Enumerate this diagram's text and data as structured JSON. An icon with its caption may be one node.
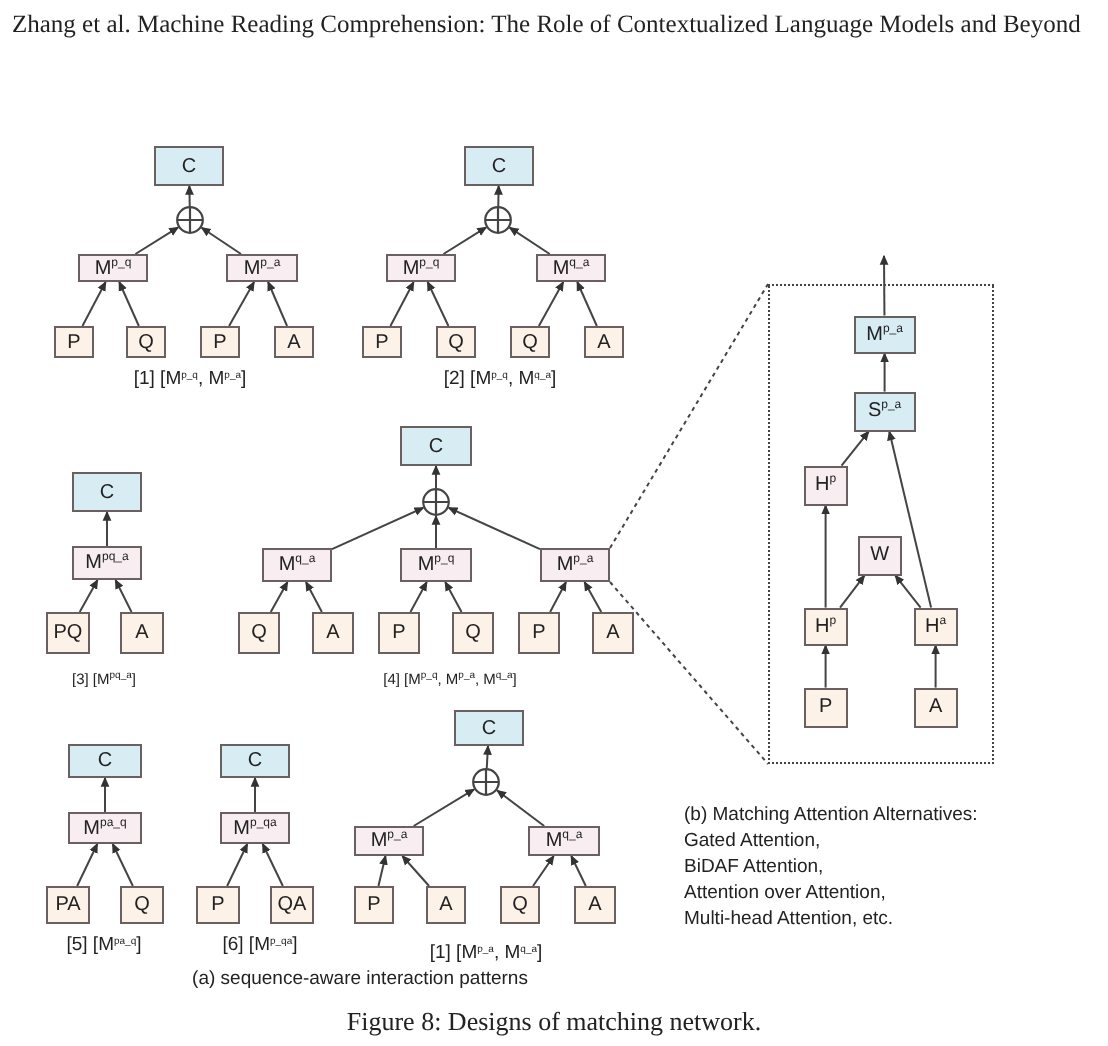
{
  "diagram": {
    "caption": "Figure 8: Designs of matching network.",
    "nodes": [
      {
        "text": [
          "C"
        ]
      },
      {
        "text": [],
        "shape": "circle"
      },
      {
        "text": [
          "M$^{p_q}$"
        ]
      },
      {
        "text": [
          "M$^{p_a}$"
        ]
      },
      {
        "text": [
          "P"
        ]
      },
      {
        "text": [
          "Q"
        ]
      },
      {
        "text": [
          "P"
        ]
      },
      {
        "text": [
          "A"
        ]
      },
      {
        "text": [
          "C"
        ]
      },
      {
        "text": [],
        "shape": "circle"
      },
      {
        "text": [
          "M$^{p_q}$"
        ]
      },
      {
        "text": [
          "M$^{q_a}$"
        ]
      },
      {
        "text": [
          "P"
        ]
      },
      {
        "text": [
          "Q"
        ]
      },
      {
        "text": [
          "Q"
        ]
      },
      {
        "text": [
          "A"
        ]
      },
      {
        "text": [],
        "shape": "box"
      },
      {
        "text": [
          "M$^{p_a}$"
        ],
        "in": 16
      },
      {
        "text": [
          "S$^{p_a}$"
        ],
        "in": 16
      },
      {
        "text": [
          "H$^{p}$"
        ],
        "in": 16
      },
      {
        "text": [
          "W"
        ],
        "in": 16
      },
      {
        "text": [
          "H$^{p}$"
        ],
        "in": 16
      },
      {
        "text": [
          "H$^{a}$"
        ],
        "in": 16
      },
      {
        "text": [
          "P"
        ],
        "in": 16
      },
      {
        "text": [
          "A"
        ],
        "in": 16
      },
      {
        "text": [
          "C"
        ]
      },
      {
        "text": [
          "M$^{pq_a}$"
        ]
      },
      {
        "text": [
          "PQ"
        ]
      },
      {
        "text": [
          "A"
        ]
      },
      {
        "text": [
          "C"
        ]
      },
      {
        "text": [],
        "shape": "circle"
      },
      {
        "text": [
          "M$^{q_a}$"
        ]
      },
      {
        "text": [
          "M$^{p_q}$"
        ]
      },
      {
        "text": [
          "M$^{p_a}$"
        ]
      },
      {
        "text": [
          "Q"
        ]
      },
      {
        "text": [
          "A"
        ]
      },
      {
        "text": [
          "P"
        ]
      },
      {
        "text": [
          "Q"
        ]
      },
      {
        "text": [
          "P"
        ]
      },
      {
        "text": [
          "A"
        ]
      },
      {
        "text": [
          "C"
        ]
      },
      {
        "text": [
          "M$^{pa_q}$"
        ]
      },
      {
        "text": [
          "PA"
        ]
      },
      {
        "text": [
          "Q"
        ]
      },
      {
        "text": [
          "C"
        ]
      },
      {
        "text": [
          "M$^{p_qa}$"
        ]
      },
      {
        "text": [
          "P"
        ]
      },
      {
        "text": [
          "QA"
        ]
      },
      {
        "text": [
          "C"
        ]
      },
      {
        "text": [],
        "shape": "circle"
      },
      {
        "text": [
          "M$^{p_a}$"
        ]
      },
      {
        "text": [
          "M$^{q_a}$"
        ]
      },
      {
        "text": [
          "P"
        ]
      },
      {
        "text": [
          "A"
        ]
      },
      {
        "text": [
          "Q"
        ]
      },
      {
        "text": [
          "A"
        ]
      }
    ],
    "edges": [
      {
        "from": 4,
        "to": 2,
        "arrow": "to"
      },
      {
        "from": 5,
        "to": 2,
        "arrow": "to"
      },
      {
        "from": 6,
        "to": 3,
        "arrow": "to"
      },
      {
        "from": 7,
        "to": 3,
        "arrow": "to"
      },
      {
        "from": 2,
        "to": 1,
        "arrow": "to"
      },
      {
        "from": 3,
        "to": 1,
        "arrow": "to"
      },
      {
        "from": 1,
        "to": 0,
        "arrow": "to"
      },
      {
        "from": 12,
        "to": 10,
        "arrow": "to"
      },
      {
        "from": 13,
        "to": 10,
        "arrow": "to"
      },
      {
        "from": 14,
        "to": 11,
        "arrow": "to"
      },
      {
        "from": 15,
        "to": 11,
        "arrow": "to"
      },
      {
        "from": 10,
        "to": 9,
        "arrow": "to"
      },
      {
        "from": 11,
        "to": 9,
        "arrow": "to"
      },
      {
        "from": 9,
        "to": 8,
        "arrow": "to"
      },
      {
        "from": 23,
        "to": 21,
        "arrow": "to"
      },
      {
        "from": 24,
        "to": 22,
        "arrow": "to"
      },
      {
        "from": 21,
        "to": 19,
        "arrow": "to"
      },
      {
        "from": 21,
        "to": 20,
        "arrow": "to"
      },
      {
        "from": 22,
        "to": 20,
        "arrow": "to"
      },
      {
        "from": 22,
        "to": 18,
        "arrow": "to"
      },
      {
        "from": 19,
        "to": 18,
        "arrow": "to"
      },
      {
        "from": 18,
        "to": 17,
        "arrow": "to"
      },
      {
        "from": 17,
        "to": null,
        "arrow": "to"
      },
      {
        "from": 27,
        "to": 26,
        "arrow": "to"
      },
      {
        "from": 28,
        "to": 26,
        "arrow": "to"
      },
      {
        "from": 26,
        "to": 25,
        "arrow": "to"
      },
      {
        "from": 34,
        "to": 31,
        "arrow": "to"
      },
      {
        "from": 35,
        "to": 31,
        "arrow": "to"
      },
      {
        "from": 36,
        "to": 32,
        "arrow": "to"
      },
      {
        "from": 37,
        "to": 32,
        "arrow": "to"
      },
      {
        "from": 38,
        "to": 33,
        "arrow": "to"
      },
      {
        "from": 39,
        "to": 33,
        "arrow": "to"
      },
      {
        "from": 31,
        "to": 30,
        "arrow": "to"
      },
      {
        "from": 32,
        "to": 30,
        "arrow": "to"
      },
      {
        "from": 33,
        "to": 30,
        "arrow": "to"
      },
      {
        "from": 30,
        "to": 29,
        "arrow": "to"
      },
      {
        "from": 33,
        "to": 16,
        "arrow": "none",
        "style": "dashed"
      },
      {
        "from": 33,
        "to": 16,
        "arrow": "none",
        "style": "dashed"
      },
      {
        "from": 42,
        "to": 41,
        "arrow": "to"
      },
      {
        "from": 43,
        "to": 41,
        "arrow": "to"
      },
      {
        "from": 41,
        "to": 40,
        "arrow": "to"
      },
      {
        "from": 46,
        "to": 45,
        "arrow": "to"
      },
      {
        "from": 47,
        "to": 45,
        "arrow": "to"
      },
      {
        "from": 45,
        "to": 44,
        "arrow": "to"
      },
      {
        "from": 52,
        "to": 50,
        "arrow": "to"
      },
      {
        "from": 53,
        "to": 50,
        "arrow": "to"
      },
      {
        "from": 54,
        "to": 51,
        "arrow": "to"
      },
      {
        "from": 55,
        "to": 51,
        "arrow": "to"
      },
      {
        "from": 50,
        "to": 49,
        "arrow": "to"
      },
      {
        "from": 51,
        "to": 49,
        "arrow": "to"
      },
      {
        "from": 49,
        "to": 48,
        "arrow": "to"
      }
    ],
    "labels": [
      "Zhang et al. Machine Reading Comprehension: The Role of Contextualized Language Models and Beyond",
      "[1] [M$^{p_q}$, M$^{p_a}$]",
      "[2] [M$^{p_q}$, M$^{q_a}$]",
      "[3] [M$^{pq_a}$]",
      "[4] [M$^{p_q}$, M$^{p_a}$, M$^{q_a}$]",
      "(b) Matching Attention Alternatives:",
      "Gated Attention,",
      "BiDAF Attention,",
      "Attention over Attention,",
      "Multi-head Attention, etc.",
      "[5] [M$^{pa_q}$]",
      "[6] [M$^{p_qa}$]",
      "[1] [M$^{p_a}$, M$^{q_a}$]",
      "(a) sequence-aware interaction patterns"
    ]
  }
}
